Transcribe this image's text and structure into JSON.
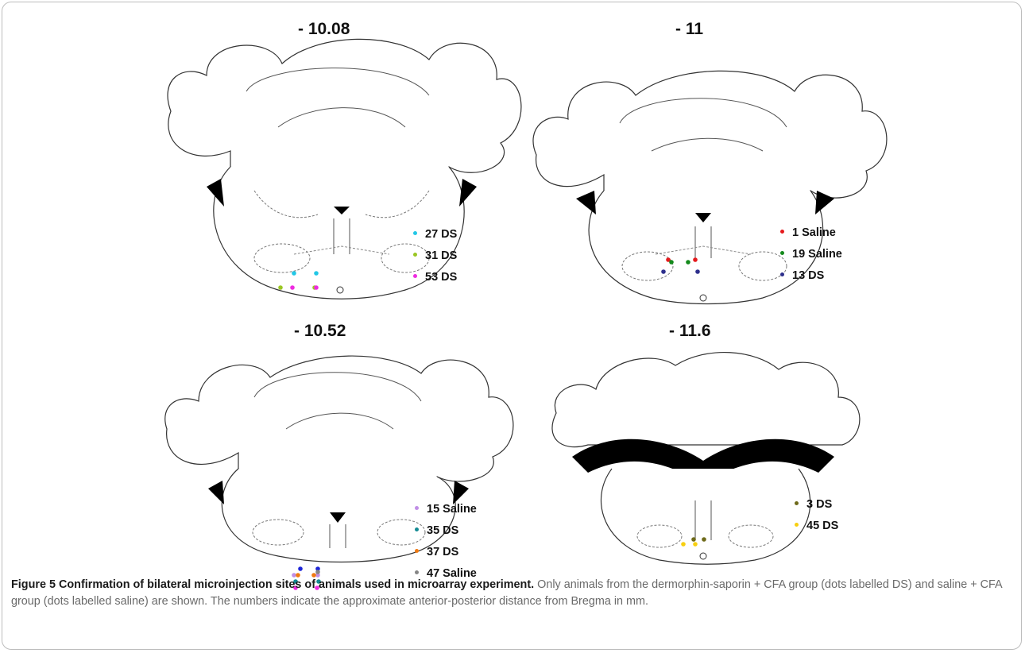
{
  "panels": [
    {
      "id": "p1",
      "bregma": "- 10.08",
      "legend": [
        {
          "label": "27 DS",
          "color": "#22c7e6"
        },
        {
          "label": "31 DS",
          "color": "#9ac623"
        },
        {
          "label": "53 DS",
          "color": "#ee2be0"
        }
      ],
      "dots": [
        {
          "color": "#22c7e6"
        },
        {
          "color": "#22c7e6"
        },
        {
          "color": "#9ac623"
        },
        {
          "color": "#9ac623"
        },
        {
          "color": "#ee2be0"
        },
        {
          "color": "#ee2be0"
        }
      ]
    },
    {
      "id": "p2",
      "bregma": "- 11",
      "legend": [
        {
          "label": "1 Saline",
          "color": "#e5191c"
        },
        {
          "label": "19 Saline",
          "color": "#148a1c"
        },
        {
          "label": "13 DS",
          "color": "#2d2f8c"
        }
      ],
      "dots": [
        {
          "color": "#e5191c"
        },
        {
          "color": "#e5191c"
        },
        {
          "color": "#148a1c"
        },
        {
          "color": "#148a1c"
        },
        {
          "color": "#2d2f8c"
        },
        {
          "color": "#2d2f8c"
        }
      ]
    },
    {
      "id": "p3",
      "bregma": "- 10.52",
      "legend": [
        {
          "label": "15 Saline",
          "color": "#c08ee6"
        },
        {
          "label": "35 DS",
          "color": "#138a93"
        },
        {
          "label": "37 DS",
          "color": "#f07a12"
        },
        {
          "label": "47 Saline",
          "color": "#858585"
        }
      ],
      "dots": [
        {
          "color": "#1c24d8"
        },
        {
          "color": "#1c24d8"
        },
        {
          "color": "#c08ee6"
        },
        {
          "color": "#c08ee6"
        },
        {
          "color": "#f07a12"
        },
        {
          "color": "#f07a12"
        },
        {
          "color": "#138a93"
        },
        {
          "color": "#138a93"
        },
        {
          "color": "#858585"
        },
        {
          "color": "#ee2be0"
        },
        {
          "color": "#ee2be0"
        }
      ]
    },
    {
      "id": "p4",
      "bregma": "- 11.6",
      "legend": [
        {
          "label": "3 DS",
          "color": "#6e6a1a"
        },
        {
          "label": "45 DS",
          "color": "#f7cf10"
        }
      ],
      "dots": [
        {
          "color": "#6e6a1a"
        },
        {
          "color": "#6e6a1a"
        },
        {
          "color": "#f7cf10"
        },
        {
          "color": "#f7cf10"
        }
      ]
    }
  ],
  "caption": {
    "title": "Figure 5 Confirmation of bilateral microinjection sites of animals used in microarray experiment.",
    "text": " Only animals from the dermorphin-saporin + CFA group (dots labelled DS) and saline + CFA group (dots labelled saline) are shown. The numbers indicate the approximate anterior-posterior distance from Bregma in mm."
  }
}
